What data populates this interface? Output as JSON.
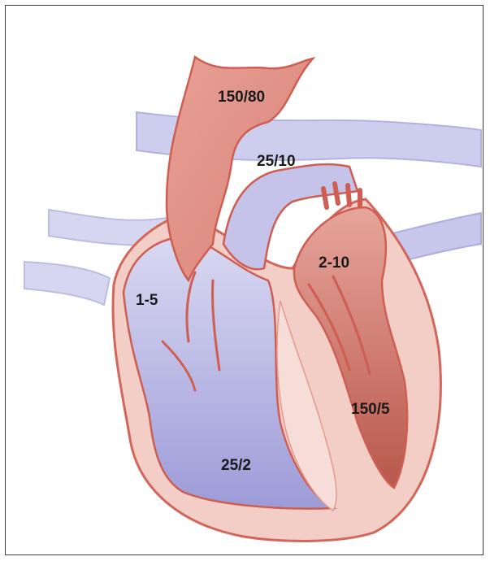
{
  "labels": {
    "aorta": "150/80",
    "pulmonary_artery": "25/10",
    "left_atrium": "2-10",
    "right_atrium": "1-5",
    "left_ventricle": "150/5",
    "right_ventricle": "25/2"
  },
  "colors": {
    "oxygenated": "#e3948a",
    "oxygenated_dark": "#c46a5f",
    "deoxygenated": "#bfc0e8",
    "deoxygenated_dark": "#a7a6da",
    "myocardium": "#f2cbc2",
    "outline": "#c9574c"
  }
}
